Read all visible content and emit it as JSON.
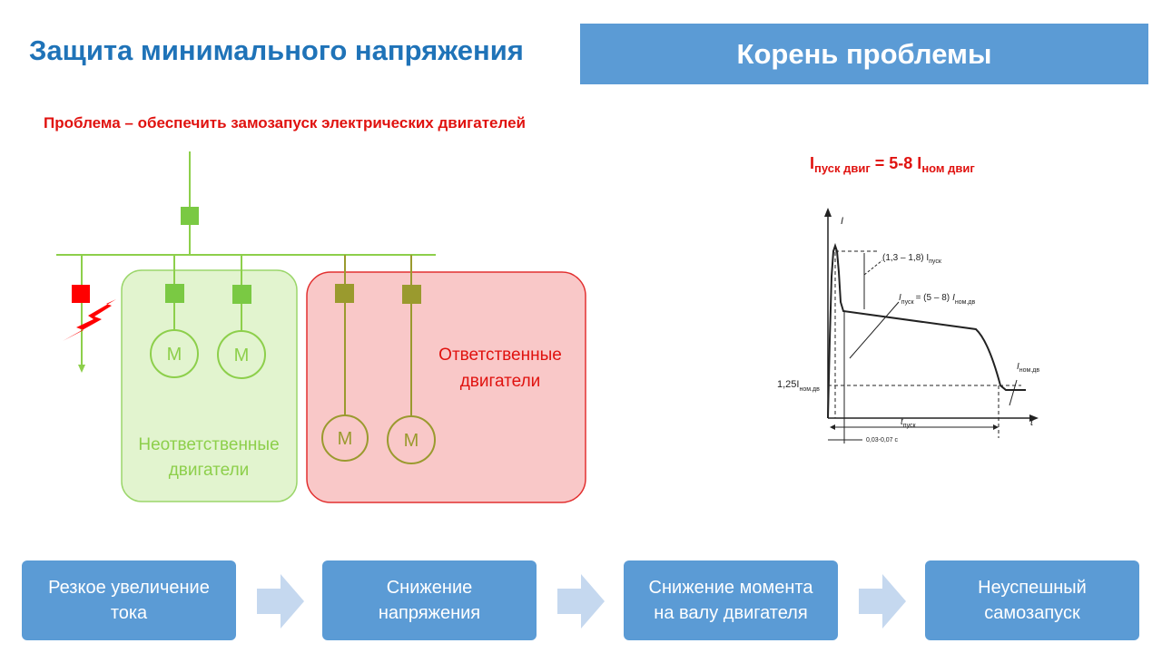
{
  "header": {
    "title": "Защита минимального напряжения",
    "banner": "Корень проблемы"
  },
  "problem_text": "Проблема – обеспечить замозапуск электрических двигателей",
  "formula": {
    "lhs_main": "I",
    "lhs_sub": "пуск двиг",
    "middle": " = 5-8 I",
    "rhs_sub": "ном двиг"
  },
  "diagram": {
    "motor_label": "М",
    "noncritical_label_line1": "Неответственные",
    "noncritical_label_line2": "двигатели",
    "critical_label_line1": "Ответственные",
    "critical_label_line2": "двигатели",
    "colors": {
      "bus_green": "#8dcf4b",
      "breaker_green": "#7ac943",
      "breaker_olive": "#9a9a2e",
      "fault_red": "#ff0000",
      "green_zone_fill": "#e2f4cf",
      "green_zone_border": "#9bd66b",
      "red_zone_fill": "#f9c8c8",
      "red_zone_border": "#e23030",
      "green_text": "#8dcf4b",
      "red_text": "#e0120f"
    }
  },
  "graph": {
    "y_axis_label": "I",
    "x_axis_label": "t",
    "peak_label_main": "(1,3 – 1,8) I",
    "peak_label_sub": "пуск",
    "start_label_main": "I",
    "start_label_sub": "пуск",
    "start_label_eq": "= (5 – 8)",
    "start_label_i": "I",
    "start_label_nom": "ном.дв",
    "level_label": "1,25I",
    "level_label_sub": "ном.дв",
    "nominal_label": "I",
    "nominal_label_sub": "ном.дв",
    "tstart_label": "t",
    "tstart_sub": "пуск",
    "interval_label": "0,03-0,07 с"
  },
  "steps": [
    {
      "text": "Резкое увеличение\nтока"
    },
    {
      "text": "Снижение\nнапряжения"
    },
    {
      "text": "Снижение момента\nна валу двигателя"
    },
    {
      "text": "Неуспешный\nсамозапуск"
    }
  ],
  "colors": {
    "title_blue": "#1f73b8",
    "box_blue": "#5b9bd5",
    "arrow_blue": "#c5d8ef"
  }
}
